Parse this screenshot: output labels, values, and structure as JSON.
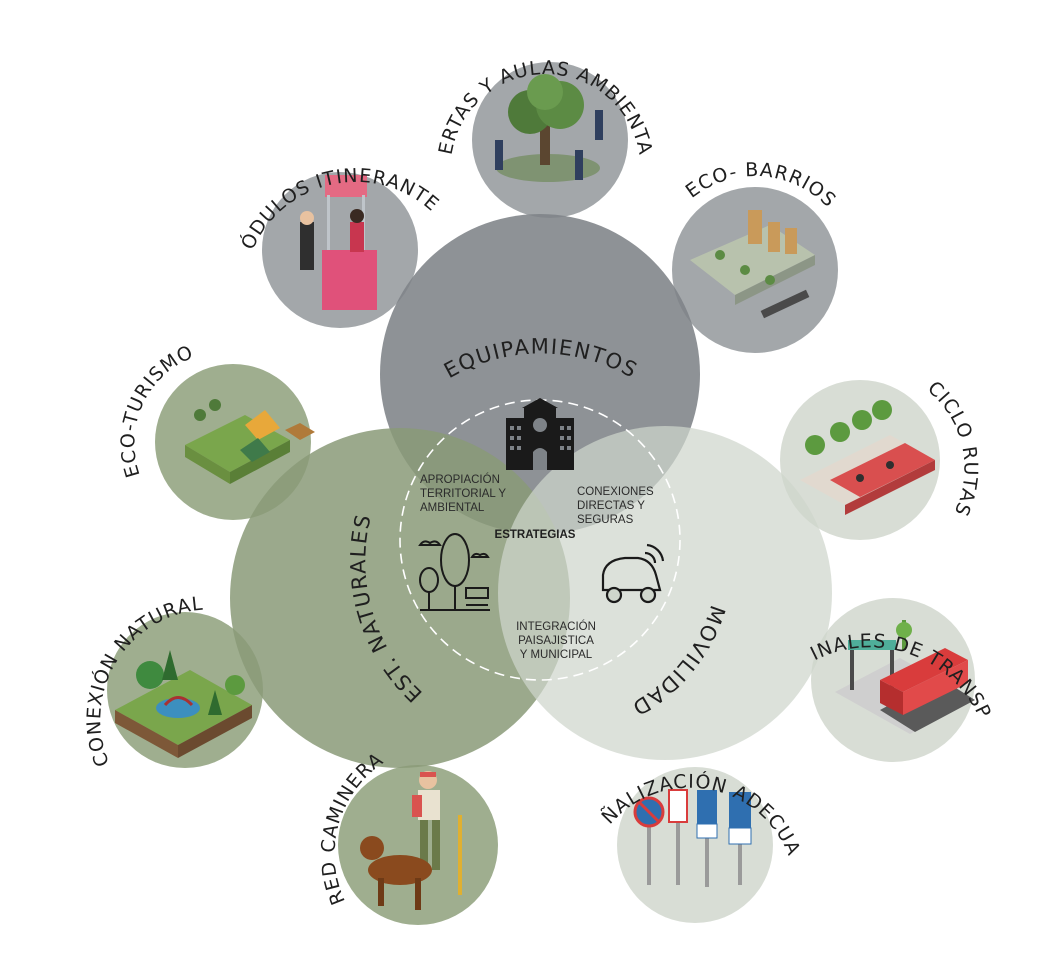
{
  "core": {
    "equipamientos": "EQUIPAMIENTOS",
    "naturales": "EST. NATURALES",
    "movilidad": "MOVILIDAD",
    "center": "ESTRATEGIAS",
    "apropiacion": [
      "APROPIACIÓN",
      "TERRITORIAL Y",
      "AMBIENTAL"
    ],
    "conexiones": [
      "CONEXIONES",
      "DIRECTAS Y",
      "SEGURAS"
    ],
    "integracion": [
      "INTEGRACIÓN",
      "PAISAJISTICA",
      "Y MUNICIPAL"
    ]
  },
  "satellites": {
    "huertas": "HUERTAS Y AULAS AMBIENTALES",
    "modulos": "MÓDULOS ITINERANTES",
    "eco_barrios": "ECO- BARRIOS",
    "eco_turismo": "ECO-TURISMO",
    "ciclo_rutas": "CICLO RUTAS",
    "conexion_natural": "CONEXIÓN NATURAL",
    "terminales": "TERMINALES DE TRANSPORTE",
    "red_caminera": "RED CAMINERA",
    "senalizacion": "SEÑALIZACIÓN ADECUADA"
  },
  "icons": [
    "building-icon",
    "tree-bench-icon",
    "car-signal-icon",
    "garden-icon",
    "kiosk-icon",
    "apartments-icon",
    "camp-icon",
    "bike-lane-icon",
    "park-icon",
    "bus-stop-icon",
    "hiker-dog-icon",
    "traffic-signs-icon"
  ],
  "colors": {
    "equipamientos": "#7e8388",
    "naturales": "#8a9a78",
    "movilidad": "#cfd6cc",
    "satellite_gray": "#a3a7aa",
    "satellite_green": "#9fae8f",
    "satellite_light": "#d8ddd5"
  }
}
